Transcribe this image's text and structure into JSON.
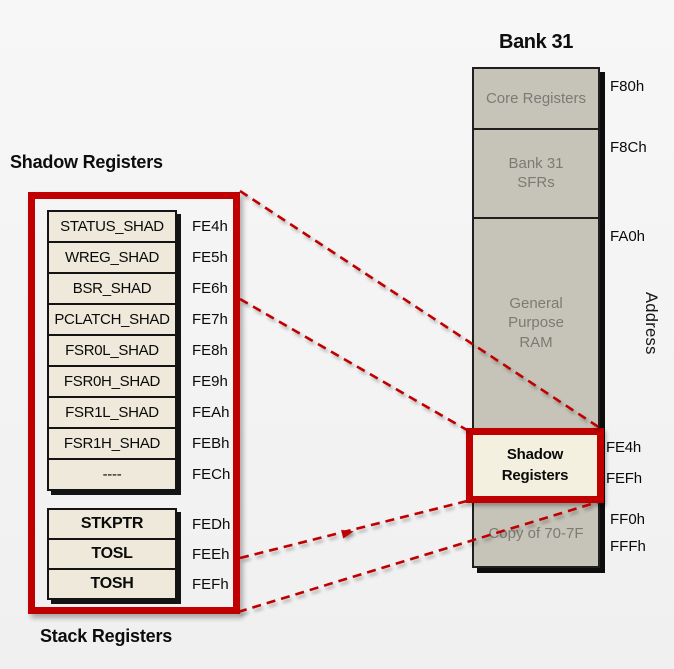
{
  "colors": {
    "accent_red": "#C00000",
    "cell_fill": "#EEE9DA",
    "column_fill": "#C6C4B9",
    "highlight_fill": "#F4F0E0",
    "muted_text": "#7B7B74"
  },
  "left_panel": {
    "title": "Shadow Registers",
    "footer": "Stack Registers",
    "shadow_registers": [
      {
        "name": "STATUS_SHAD",
        "address": "FE4h"
      },
      {
        "name": "WREG_SHAD",
        "address": "FE5h"
      },
      {
        "name": "BSR_SHAD",
        "address": "FE6h"
      },
      {
        "name": "PCLATCH_SHAD",
        "address": "FE7h"
      },
      {
        "name": "FSR0L_SHAD",
        "address": "FE8h"
      },
      {
        "name": "FSR0H_SHAD",
        "address": "FE9h"
      },
      {
        "name": "FSR1L_SHAD",
        "address": "FEAh"
      },
      {
        "name": "FSR1H_SHAD",
        "address": "FEBh"
      },
      {
        "name": "----",
        "address": "FECh"
      }
    ],
    "stack_registers": [
      {
        "name": "STKPTR",
        "address": "FEDh"
      },
      {
        "name": "TOSL",
        "address": "FEEh"
      },
      {
        "name": "TOSH",
        "address": "FEFh"
      }
    ]
  },
  "memory_map": {
    "title": "Bank 31",
    "axis_label": "Address",
    "sections": [
      {
        "label": "Core Registers",
        "top_address": "F80h"
      },
      {
        "label": "Bank 31\nSFRs",
        "top_address": "F8Ch"
      },
      {
        "label": "General\nPurpose\nRAM",
        "top_address": "FA0h"
      },
      {
        "label": "Shadow\nRegisters",
        "top_address": "FE4h",
        "bottom_address": "FEFh"
      },
      {
        "label": "Copy of 70-7F",
        "top_address": "FF0h",
        "bottom_address": "FFFh"
      }
    ]
  }
}
